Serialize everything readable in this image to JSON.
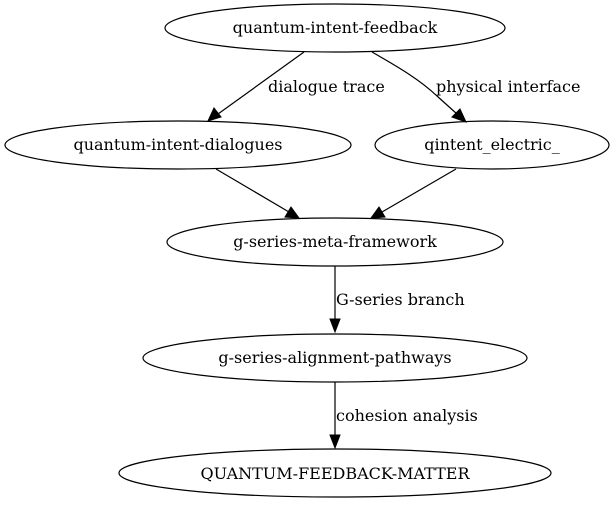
{
  "nodes": {
    "feedback": {
      "label": "quantum-intent-feedback"
    },
    "dialogues": {
      "label": "quantum-intent-dialogues"
    },
    "electric": {
      "label": "qintent_electric_"
    },
    "meta": {
      "label": "g-series-meta-framework"
    },
    "alignment": {
      "label": "g-series-alignment-pathways"
    },
    "matter": {
      "label": "QUANTUM-FEEDBACK-MATTER"
    }
  },
  "edges": {
    "feedback_dialogues": {
      "label": "dialogue trace"
    },
    "feedback_electric": {
      "label": "physical interface"
    },
    "dialogues_meta": {
      "label": ""
    },
    "electric_meta": {
      "label": ""
    },
    "meta_alignment": {
      "label": "G-series branch"
    },
    "alignment_matter": {
      "label": "cohesion analysis"
    }
  }
}
